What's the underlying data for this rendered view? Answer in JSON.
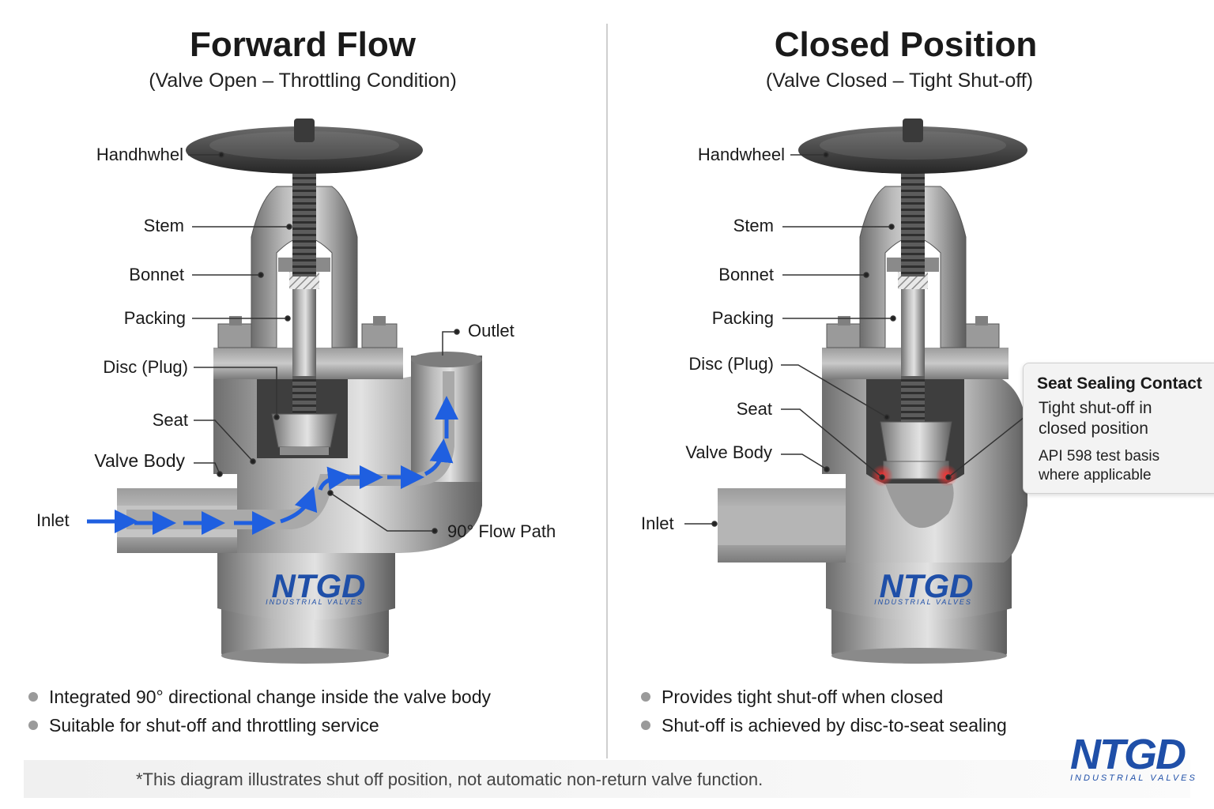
{
  "left": {
    "title": "Forward Flow",
    "subtitle": "(Valve Open – Throttling Condition)",
    "labels": {
      "handwheel": "Handhwhel",
      "stem": "Stem",
      "bonnet": "Bonnet",
      "packing": "Packing",
      "disc": "Disc (Plug)",
      "seat": "Seat",
      "body": "Valve Body",
      "inlet": "Inlet",
      "outlet": "Outlet",
      "flow": "90° Flow Path"
    },
    "bullets": [
      "Integrated 90° directional change inside the valve body",
      "Suitable for shut-off and throttling service"
    ]
  },
  "right": {
    "title": "Closed Position",
    "subtitle": "(Valve Closed – Tight Shut-off)",
    "labels": {
      "handwheel": "Handwheel",
      "stem": "Stem",
      "bonnet": "Bonnet",
      "packing": "Packing",
      "disc": "Disc (Plug)",
      "seat": "Seat",
      "body": "Valve Body",
      "inlet": "Inlet"
    },
    "callout": {
      "title": "Seat Sealing Contact",
      "line1": "Tight shut-off in closed position",
      "line2": "API 598 test basis where applicable"
    },
    "bullets": [
      "Provides tight shut-off when closed",
      "Shut-off is achieved by disc-to-seat sealing"
    ]
  },
  "footer_note": "*This diagram illustrates shut off position, not automatic non-return valve function.",
  "brand": {
    "logo": "NTGD",
    "tagline": "INDUSTRIAL VALVES",
    "blue": "#1f4fa8",
    "red": "#d32020"
  },
  "colors": {
    "flow_arrow": "#1f5fe0",
    "seal_glow": "#ff2020"
  }
}
